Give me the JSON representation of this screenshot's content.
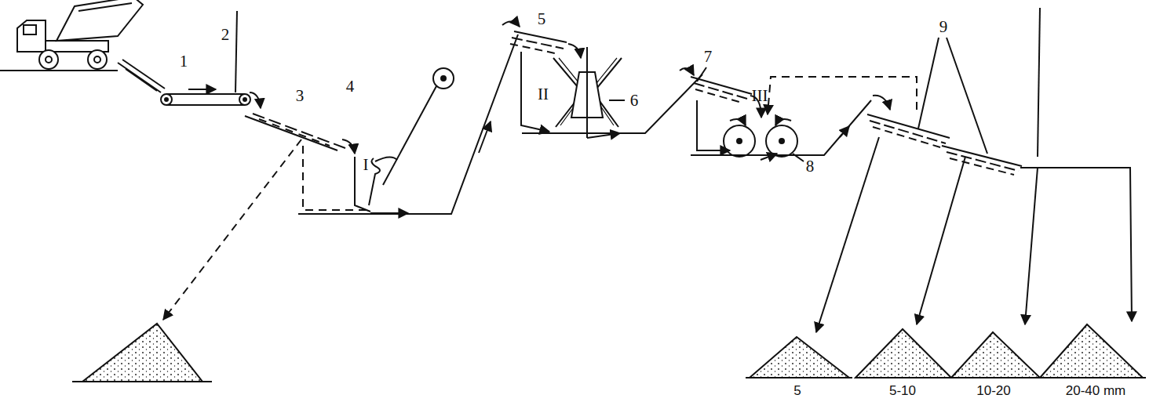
{
  "diagram": {
    "labels": [
      "1",
      "2",
      "3",
      "4",
      "I",
      "5",
      "II",
      "6",
      "7",
      "III",
      "8",
      "9",
      "5",
      "5-10",
      "10-20",
      "20-40 mm"
    ]
  }
}
